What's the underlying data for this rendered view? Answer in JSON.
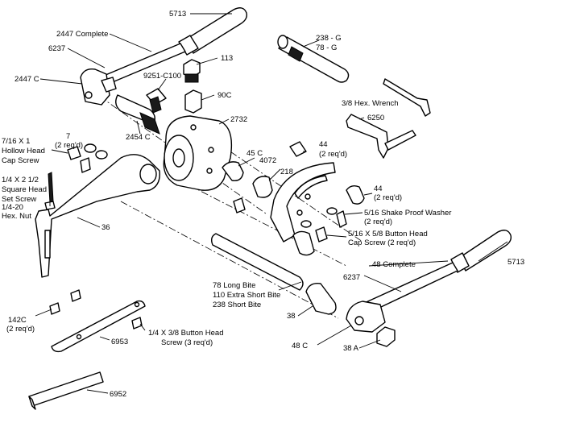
{
  "labels": {
    "p5713_top": "5713",
    "p2447_complete": "2447 Complete",
    "p6237_top": "6237",
    "p2447c": "2447 C",
    "p113": "113",
    "p9251c100": "9251-C100",
    "p90c": "90C",
    "p238g_a": "238 - G",
    "p238g_b": "78 - G",
    "p38_wrench": "3/8 Hex. Wrench",
    "p6250": "6250",
    "p2732": "2732",
    "p2454c": "2454 C",
    "p7_a": "7",
    "p7_b": "(2 req'd)",
    "p716_a": "7/16 X 1",
    "p716_b": "Hollow Head",
    "p716_c": "Cap Screw",
    "p14_a": "1/4 X 2 1/2",
    "p14_b": "Square Head",
    "p14_c": "Set Screw",
    "p1420_a": "1/4-20",
    "p1420_b": "Hex. Nut",
    "p45c": "45 C",
    "p4072": "4072",
    "p218": "218",
    "p44_top_a": "44",
    "p44_top_b": "(2 req'd)",
    "p44_mid_a": "44",
    "p44_mid_b": "(2 req'd)",
    "p516w_a": "5/16 Shake Proof Washer",
    "p516w_b": "(2 req'd)",
    "p516s_a": "5/16 X 5/8 Button Head",
    "p516s_b": "Cap Screw (2 req'd)",
    "p36": "36",
    "p48_complete": "48 Complete",
    "p5713_bot": "5713",
    "p6237_bot": "6237",
    "bite_a": "78 Long Bite",
    "bite_b": "110 Extra Short Bite",
    "bite_c": "238 Short Bite",
    "p38": "38",
    "p48c": "48 C",
    "p38a": "38 A",
    "p142c_a": "142C",
    "p142c_b": "(2 req'd)",
    "p14bh_a": "1/4 X 3/8 Button Head",
    "p14bh_b": "Screw  (3 req'd)",
    "p6953": "6953",
    "p6952": "6952"
  }
}
